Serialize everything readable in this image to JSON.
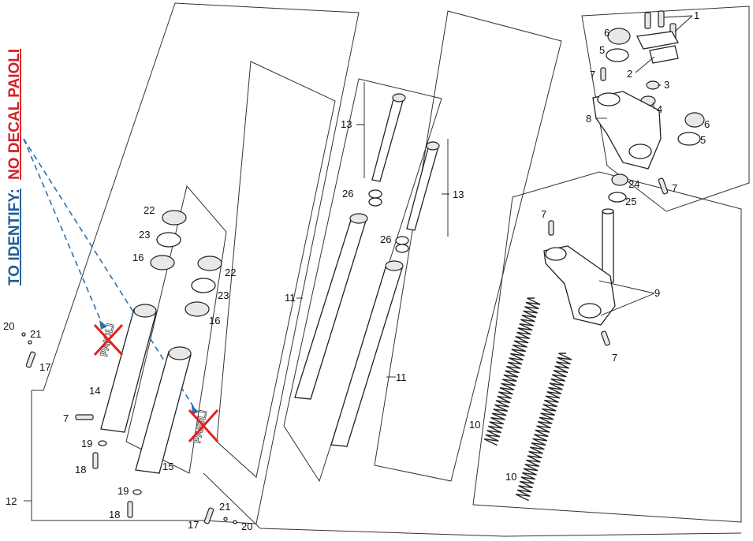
{
  "note": {
    "prefix": "TO IDENTIFY:",
    "suffix": "NO DECAL PAIOLI",
    "prefix_color": "#1f5c99",
    "suffix_color": "#d32027"
  },
  "decal_labels": [
    "PAIOLI",
    "PAIOLI"
  ],
  "callouts": {
    "c1": "1",
    "c2": "2",
    "c3": "3",
    "c4": "4",
    "c5a": "5",
    "c5b": "5",
    "c6a": "6",
    "c6b": "6",
    "c7a": "7",
    "c7b": "7",
    "c7c": "7",
    "c7d": "7",
    "c7e": "7",
    "c8": "8",
    "c9": "9",
    "c10a": "10",
    "c10b": "10",
    "c11a": "11",
    "c11b": "11",
    "c12": "12",
    "c13a": "13",
    "c13b": "13",
    "c14": "14",
    "c15": "15",
    "c16a": "16",
    "c16b": "16",
    "c17a": "17",
    "c17b": "17",
    "c18a": "18",
    "c18b": "18",
    "c19a": "19",
    "c19b": "19",
    "c20a": "20",
    "c20b": "20",
    "c21a": "21",
    "c21b": "21",
    "c22a": "22",
    "c22b": "22",
    "c23a": "23",
    "c23b": "23",
    "c24": "24",
    "c25": "25",
    "c26a": "26",
    "c26b": "26"
  },
  "colors": {
    "cross": "#e02020",
    "leader_dashed": "#2c6fa6",
    "linework": "#222222"
  }
}
